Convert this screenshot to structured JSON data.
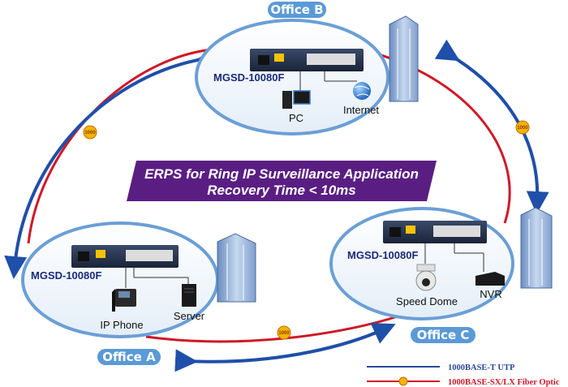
{
  "title": {
    "line1": "ERPS for Ring IP Surveillance Application",
    "line2": "Recovery Time < 10ms"
  },
  "offices": {
    "a": {
      "label": "Office A",
      "model": "MGSD-10080F",
      "devices": [
        "IP Phone",
        "Server"
      ]
    },
    "b": {
      "label": "Office B",
      "model": "MGSD-10080F",
      "devices": [
        "PC",
        "Internet"
      ]
    },
    "c": {
      "label": "Office C",
      "model": "MGSD-10080F",
      "devices": [
        "Speed Dome",
        "NVR"
      ]
    }
  },
  "fiber_badge": "1000",
  "legend": {
    "utp": {
      "label": "1000BASE-T UTP",
      "color": "#2a4a9a"
    },
    "fiber": {
      "label": "1000BASE-SX/LX Fiber Optic",
      "color": "#d01828"
    }
  },
  "colors": {
    "ring_blue": "#1f4fa8",
    "ring_red": "#d01828",
    "title_bg": "#5a1e82",
    "office_badge": "#5a9ad6"
  }
}
